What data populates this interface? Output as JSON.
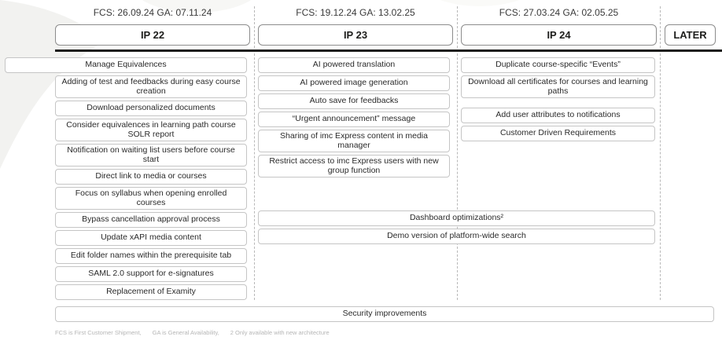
{
  "columns": [
    {
      "fcs_ga": "FCS: 26.09.24 GA: 07.11.24",
      "header": "IP 22",
      "items": [
        "Manage Equivalences",
        "Adding of test and feedbacks during easy course creation",
        "Download personalized documents",
        "Consider equivalences in learning path course SOLR report",
        "Notification on waiting list users before course start",
        "Direct link to media or courses",
        "Focus on syllabus when opening enrolled courses",
        "Bypass cancellation approval process",
        "Update xAPI media content",
        "Edit folder names within the prerequisite tab",
        "SAML 2.0 support for e-signatures",
        "Replacement of Examity"
      ]
    },
    {
      "fcs_ga": "FCS: 19.12.24 GA: 13.02.25",
      "header": "IP 23",
      "items": [
        "AI powered translation",
        "AI powered image generation",
        "Auto save for feedbacks",
        "“Urgent announcement” message",
        "Sharing of imc Express content in media manager",
        "Restrict access to imc Express users with new group function"
      ]
    },
    {
      "fcs_ga": "FCS: 27.03.24 GA: 02.05.25",
      "header": "IP 24",
      "items": [
        "Duplicate course-specific “Events”",
        "Download all certificates for courses and learning paths",
        "Add user attributes to notifications",
        "Customer Driven Requirements"
      ]
    }
  ],
  "later": {
    "header": "LATER"
  },
  "cross_column_items": [
    "Dashboard optimizations²",
    "Demo version of platform-wide search"
  ],
  "bottom_item": "Security improvements",
  "footnote": {
    "parts": [
      "FCS is First Customer Shipment,",
      "GA is General Availability,",
      "2 Only available with new architecture"
    ]
  },
  "colors": {
    "line": "#1d1d1b",
    "item_border": "#c5c5c5",
    "header_border": "#8c8c8c",
    "separator": "#b8b8b8",
    "footnote_text": "#b6b6b6"
  }
}
